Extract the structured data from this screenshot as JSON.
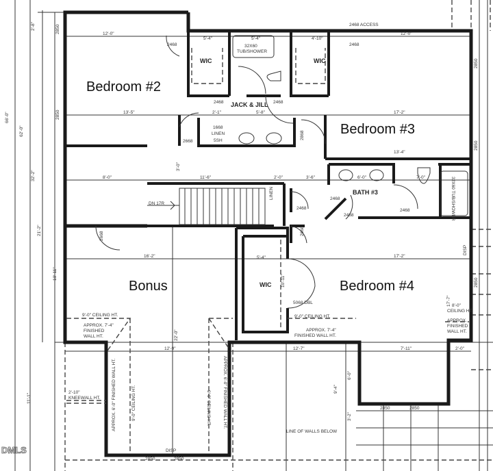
{
  "plan": {
    "rooms": {
      "bedroom2": "Bedroom #2",
      "bedroom3": "Bedroom #3",
      "bedroom4": "Bedroom #4",
      "bonus": "Bonus"
    },
    "labels": {
      "wic": "WIC",
      "jack_jill": "JACK & JILL",
      "bath3": "BATH #3",
      "tub1": "32X60",
      "tub1b": "TUB/SHOWER",
      "tub2": "32X60 TUB/SHOWER",
      "linen": "LINEN",
      "linen2": "LINEN",
      "shelves": "5SH",
      "door1668": "1668",
      "access": "2468 ACCESS",
      "stairs": "DN 17R",
      "line_of_walls": "LINE OF WALLS BELOW",
      "dbl_door": "5068 DBL",
      "ceiling_9_0": "9'-0\" CEILING HT.",
      "approx_7_4": "APPROX. 7'-4\"",
      "finished_wall": "FINISHED WALL HT.",
      "ceiling_8_0": "8'-0\"",
      "ceiling_ht": "CEILING HT.",
      "approx_short": "APPROX.",
      "finished": "FINISHED",
      "wall_ht": "WALL HT.",
      "kneewall_dim": "2'-10\"",
      "kneewall": "KNEEWALL HT.",
      "approx_6_0": "APPROX. 6'-0\" FINISHED WALL HT.",
      "ceiling_9_0_v": "9'-0\" CEILING HT.",
      "disp": "DISP",
      "disp2": "DISP"
    },
    "doors": [
      "2468",
      "2668",
      "2868",
      "2850"
    ],
    "dims": {
      "d66": "66'-0\"",
      "d62": "62'-0\"",
      "d32_2": "32'-2\"",
      "d21_2": "21'-2\"",
      "d2_8": "2'-8\"",
      "d11_1": "11'-1\"",
      "d12_0": "12'-0\"",
      "d13_5": "13'-5\"",
      "d17_2": "17'-2\"",
      "d13_4": "13'-4\"",
      "d8_0": "8'-0\"",
      "d11_6": "11'-6\"",
      "d16_2": "16'-2\"",
      "d12_9": "12'-9\"",
      "d12_7": "12'-7\"",
      "d7_11": "7'-11\"",
      "d22_0": "22'-0\"",
      "d17_7": "17'-7\"",
      "d5_4": "5'-4\"",
      "d5_8": "5'-8\"",
      "d3_0": "3'-0\"",
      "d4_10": "4'-10\"",
      "d6_0": "6'-0\"",
      "d7_0": "7'-0\"",
      "d10_11": "10'-11\"",
      "d9_4": "9'-4\"",
      "d3_2": "3'-2\"",
      "d2_1": "2'-1\"",
      "d2_0": "2'-0\"",
      "d3_6": "3'-6\""
    },
    "watermark": "DMLS"
  }
}
